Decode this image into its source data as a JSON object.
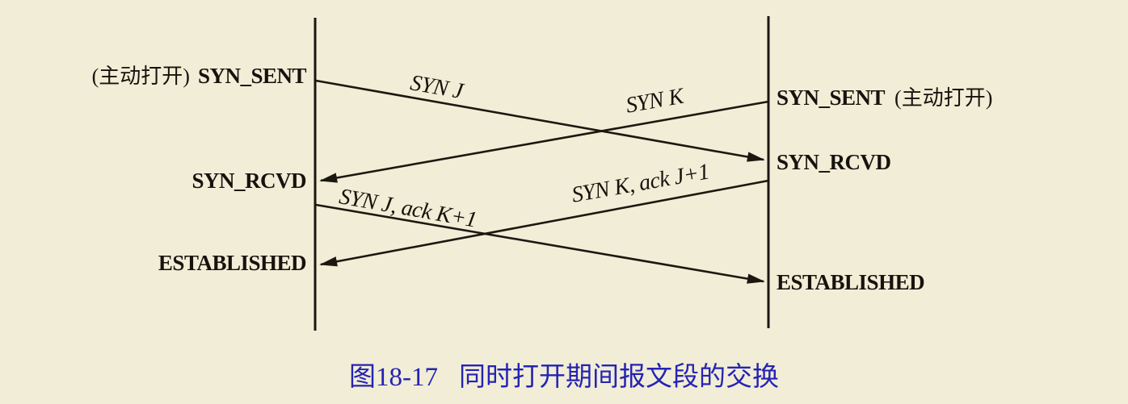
{
  "left": {
    "annotation": "(主动打开)",
    "syn_sent": "SYN_SENT",
    "syn_rcvd": "SYN_RCVD",
    "established": "ESTABLISHED"
  },
  "right": {
    "syn_sent": "SYN_SENT",
    "annotation": "(主动打开)",
    "syn_rcvd": "SYN_RCVD",
    "established": "ESTABLISHED"
  },
  "messages": {
    "syn_j": "SYN J",
    "syn_k": "SYN K",
    "syn_j_ack": "SYN J, ack K+1",
    "syn_k_ack": "SYN K, ack J+1"
  },
  "caption": {
    "figure_number": "图18-17",
    "title": "同时打开期间报文段的交换"
  },
  "colors": {
    "background": "#f2edd6",
    "ink": "#1b1812",
    "caption_blue": "#2424b4"
  }
}
